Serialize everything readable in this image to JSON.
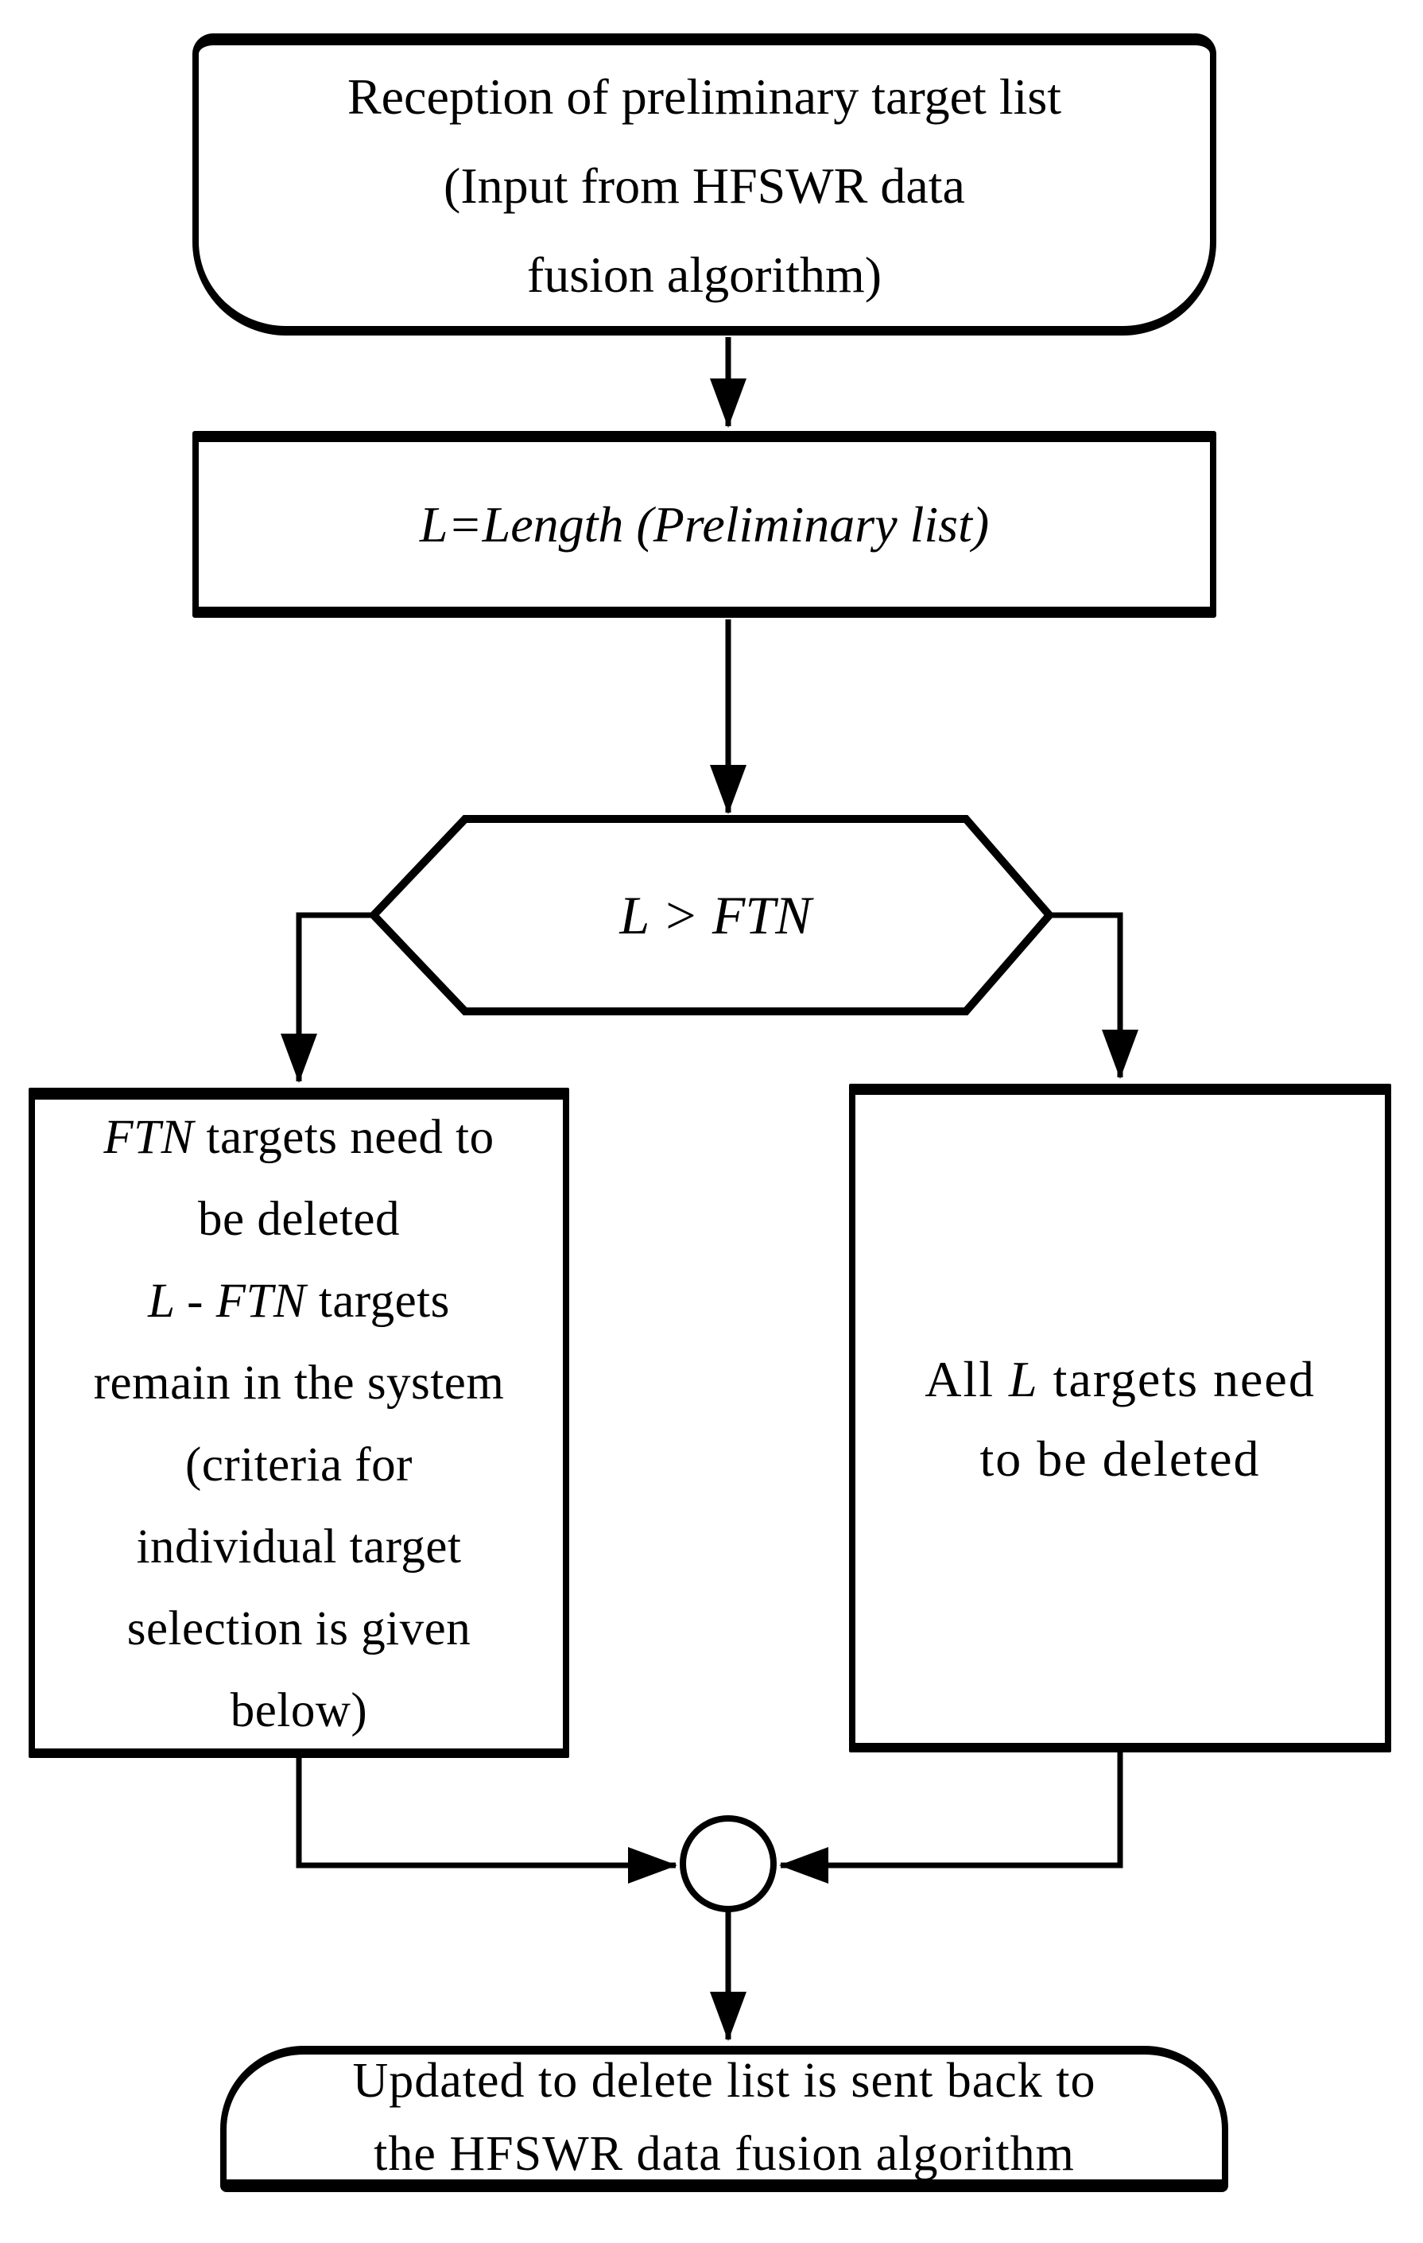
{
  "page": {
    "background": "#ffffff",
    "stroke": "#000000"
  },
  "flowchart": {
    "nodes": {
      "start": {
        "shape": "terminator",
        "lines": [
          [
            {
              "t": "Reception of preliminary target list"
            }
          ],
          [
            {
              "t": "(Input from HFSWR data"
            }
          ],
          [
            {
              "t": "fusion algorithm)"
            }
          ]
        ]
      },
      "length": {
        "shape": "process",
        "lines": [
          [
            {
              "t": "L=Length (Preliminary list)",
              "i": true
            }
          ]
        ]
      },
      "decision": {
        "shape": "hexagon",
        "lines": [
          [
            {
              "t": "L > FTN",
              "i": true
            }
          ]
        ]
      },
      "delete_ftn": {
        "shape": "process",
        "lines": [
          [
            {
              "t": "FTN",
              "i": true
            },
            {
              "t": " targets need to"
            }
          ],
          [
            {
              "t": "be deleted"
            }
          ],
          [
            {
              "t": "L - FTN",
              "i": true
            },
            {
              "t": " targets"
            }
          ],
          [
            {
              "t": "remain in the system"
            }
          ],
          [
            {
              "t": "(criteria for"
            }
          ],
          [
            {
              "t": "individual target"
            }
          ],
          [
            {
              "t": "selection is given"
            }
          ],
          [
            {
              "t": "below)"
            }
          ]
        ]
      },
      "delete_all": {
        "shape": "process",
        "lines": [
          [
            {
              "t": "All "
            },
            {
              "t": "L",
              "i": true
            },
            {
              "t": " targets need"
            }
          ],
          [
            {
              "t": "to be deleted"
            }
          ]
        ]
      },
      "merge": {
        "shape": "connector-circle",
        "lines": []
      },
      "end": {
        "shape": "terminator",
        "lines": [
          [
            {
              "t": "Updated to delete list is sent back to"
            }
          ],
          [
            {
              "t": "the HFSWR data fusion algorithm"
            }
          ]
        ]
      }
    }
  }
}
